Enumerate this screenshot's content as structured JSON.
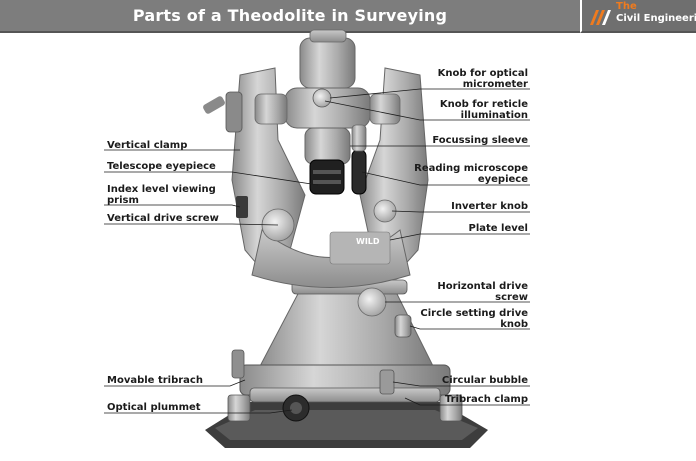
{
  "header": {
    "title": "Parts of a Theodolite in Surveying",
    "logo_line1": "The",
    "logo_line2": "Civil Engineering",
    "accent_color": "#f07b1e",
    "banner_color": "#7d7d7d"
  },
  "diagram": {
    "subject": "WILD theodolite",
    "instrument_brand": "WILD",
    "labels_left": [
      "Vertical clamp",
      "Telescope eyepiece",
      "Index level viewing prism",
      "Vertical drive screw",
      "Movable tribrach",
      "Optical plummet"
    ],
    "labels_right": [
      "Knob for optical micrometer",
      "Knob for reticle illumination",
      "Focussing sleeve",
      "Reading microscope eyepiece",
      "Inverter knob",
      "Plate level",
      "Horizontal drive screw",
      "Circle setting drive knob",
      "Circular bubble",
      "Tribrach clamp"
    ]
  }
}
